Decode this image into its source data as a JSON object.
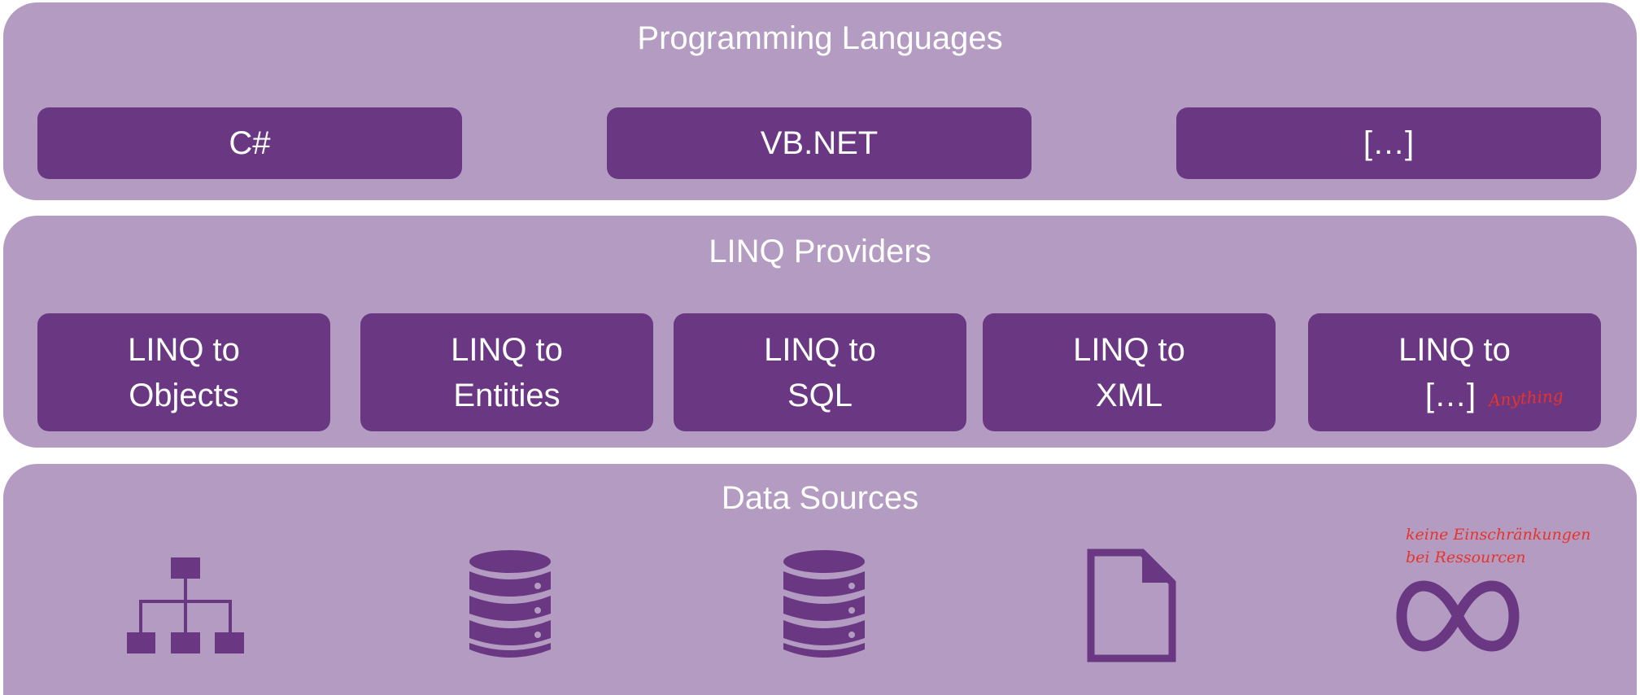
{
  "layers": {
    "languages": {
      "title": "Programming Languages",
      "items": [
        "C#",
        "VB.NET",
        "[…]"
      ]
    },
    "providers": {
      "title": "LINQ Providers",
      "items": [
        {
          "line1": "LINQ to",
          "line2": "Objects"
        },
        {
          "line1": "LINQ to",
          "line2": "Entities"
        },
        {
          "line1": "LINQ to",
          "line2": "SQL"
        },
        {
          "line1": "LINQ to",
          "line2": "XML"
        },
        {
          "line1": "LINQ to",
          "line2": "[…]"
        }
      ],
      "note": "Anything"
    },
    "sources": {
      "title": "Data Sources",
      "icons": [
        "hierarchy-icon",
        "database-icon",
        "database-icon",
        "document-icon",
        "infinity-icon"
      ],
      "note_line1": "keine Einschränkungen",
      "note_line2": "bei Ressourcen"
    }
  },
  "colors": {
    "layer_background": "#b39bc2",
    "box_background": "#6a3883",
    "text": "#ffffff",
    "handwriting": "#e8332a"
  }
}
